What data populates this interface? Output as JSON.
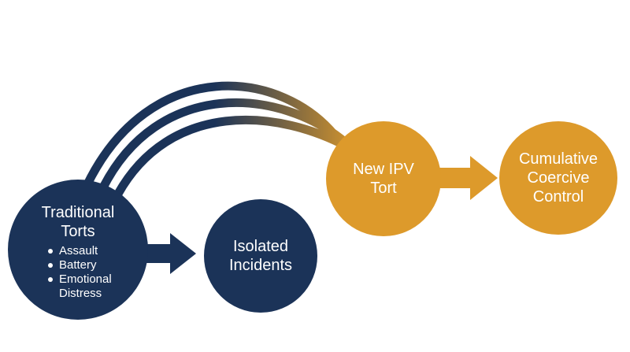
{
  "colors": {
    "navy": "#1b3358",
    "gold": "#dd9a2b"
  },
  "nodes": {
    "traditional": {
      "title": "Traditional\nTorts",
      "bullets": [
        "Assault",
        "Battery",
        "Emotional\nDistress"
      ]
    },
    "isolated": {
      "title": "Isolated\nIncidents"
    },
    "new_ipv": {
      "title": "New IPV\nTort"
    },
    "cumulative": {
      "title": "Cumulative\nCoercive\nControl"
    }
  }
}
